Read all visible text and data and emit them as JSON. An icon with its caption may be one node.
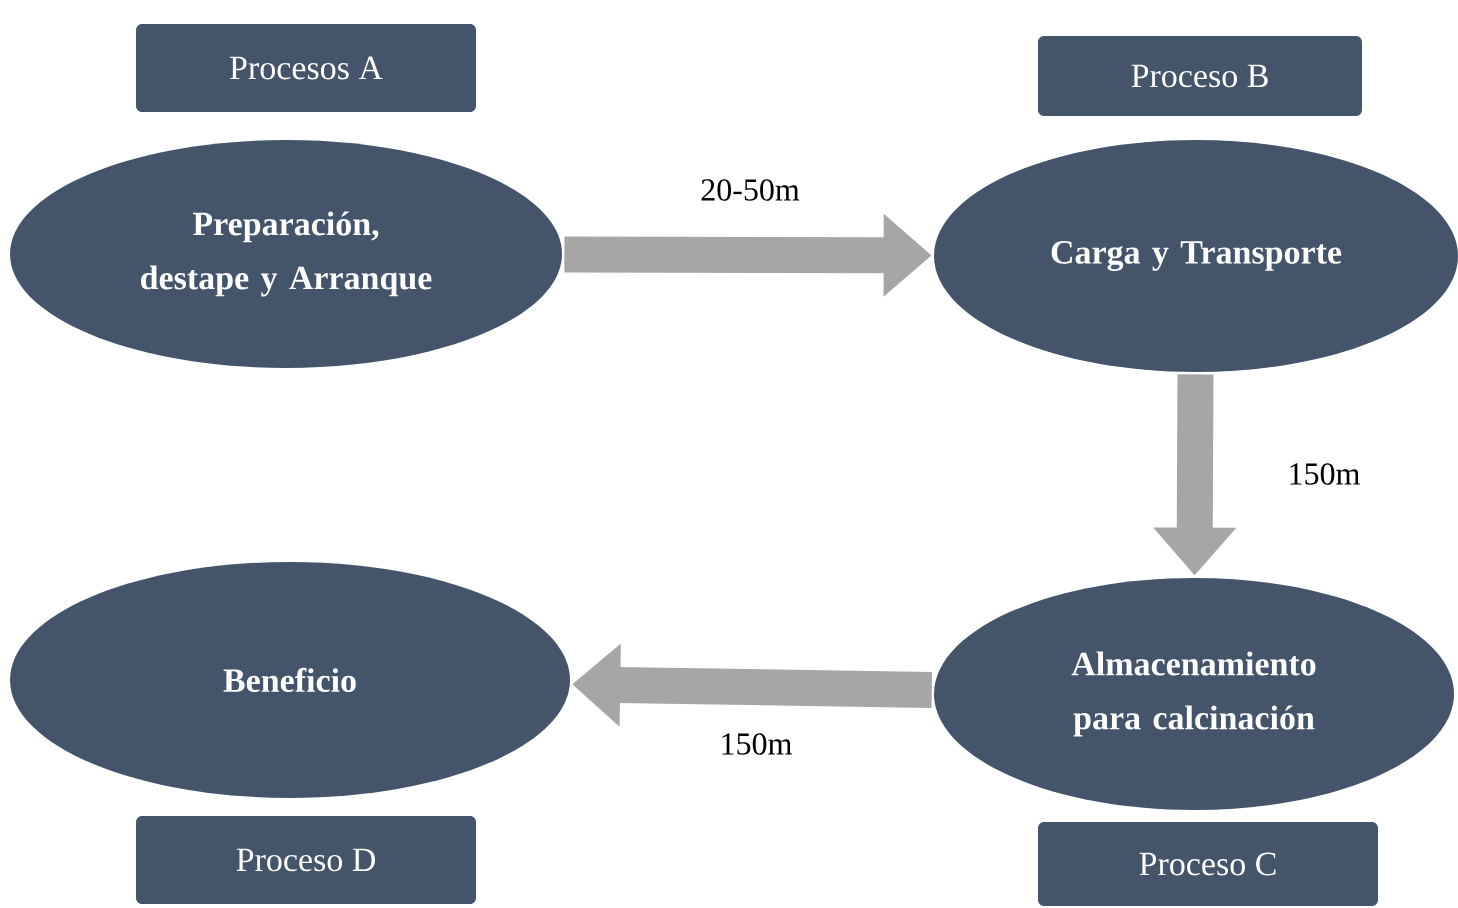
{
  "diagram": {
    "nodes": [
      {
        "text": [
          "Procesos A"
        ]
      },
      {
        "text": [
          "Proceso B"
        ]
      },
      {
        "text": [
          "Preparación, destape y Arranque"
        ]
      },
      {
        "text": [
          "Carga y Transporte"
        ]
      },
      {
        "text": [
          "Beneficio"
        ]
      },
      {
        "text": [
          "Almacenamiento para calcinación"
        ]
      },
      {
        "text": [
          "Proceso D"
        ]
      },
      {
        "text": [
          "Proceso C"
        ]
      }
    ],
    "edges": [
      {
        "from": 2,
        "to": 3,
        "arrow": "to",
        "label": "20-50m"
      },
      {
        "from": 3,
        "to": 5,
        "arrow": "to",
        "label": "150m"
      },
      {
        "from": 5,
        "to": 4,
        "arrow": "to",
        "label": "150m"
      }
    ]
  }
}
